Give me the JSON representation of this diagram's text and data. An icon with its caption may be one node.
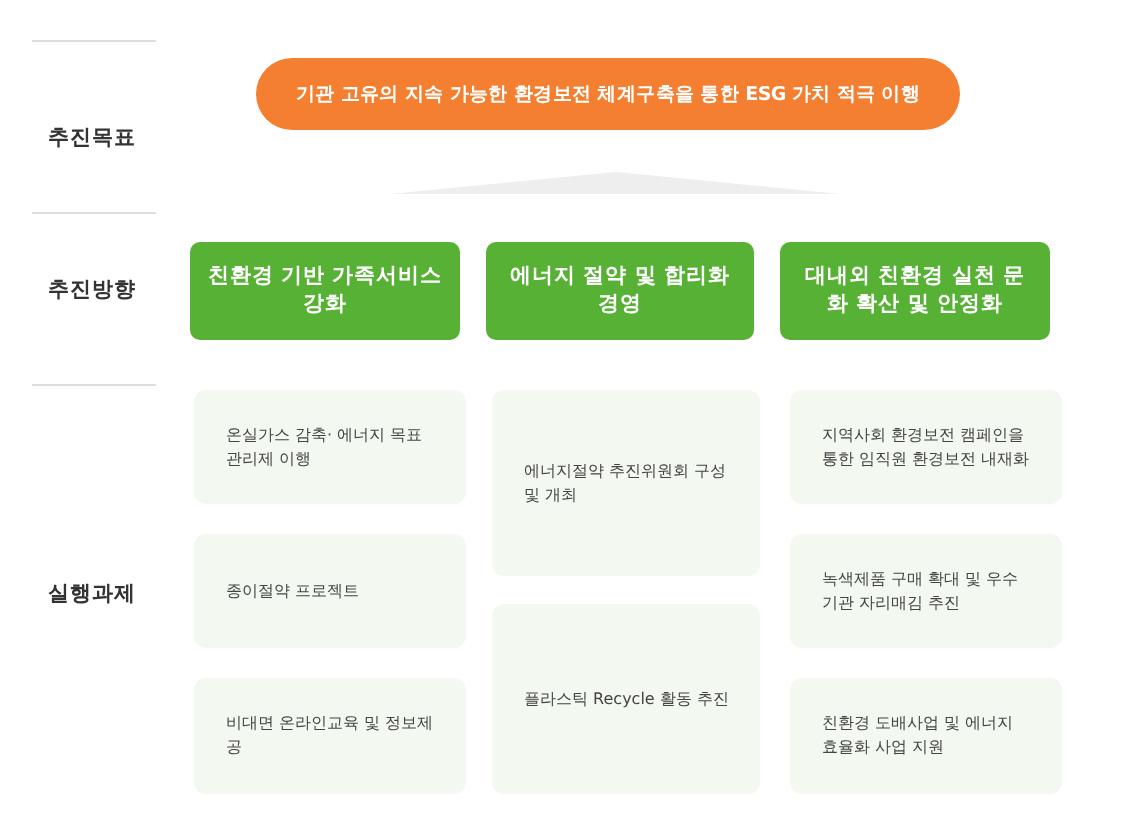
{
  "diagram": {
    "nodes": [
      {
        "text": [
          "기관 고유의 지속 가능한 환경보전 체계구축을 통한 ESG 가치 적극 이행"
        ]
      },
      {
        "text": [
          "친환경 기반 가족서비스 강화"
        ]
      },
      {
        "text": [
          "에너지 절약 및 합리화 경영"
        ]
      },
      {
        "text": [
          "대내외 친환경 실천 문화 확산 및 안정화"
        ]
      },
      {
        "text": [
          "온실가스 감축· 에너지 목표관리제 이행"
        ]
      },
      {
        "text": [
          "에너지절약 추진위원회 구성 및 개최"
        ]
      },
      {
        "text": [
          "지역사회 환경보전 캠페인을 통한 임직원 환경보전 내재화"
        ]
      },
      {
        "text": [
          "종이절약 프로젝트"
        ]
      },
      {
        "text": [
          "녹색제품 구매 확대 및 우수기관 자리매김 추진"
        ]
      },
      {
        "text": [
          "플라스틱 Recycle 활동 추진"
        ]
      },
      {
        "text": [
          "비대면 온라인교육 및 정보제공"
        ]
      },
      {
        "text": [
          "친환경 도배사업 및 에너지 효율화 사업 지원"
        ]
      }
    ],
    "labels": [
      "추진목표",
      "추진방향",
      "실행과제"
    ]
  }
}
